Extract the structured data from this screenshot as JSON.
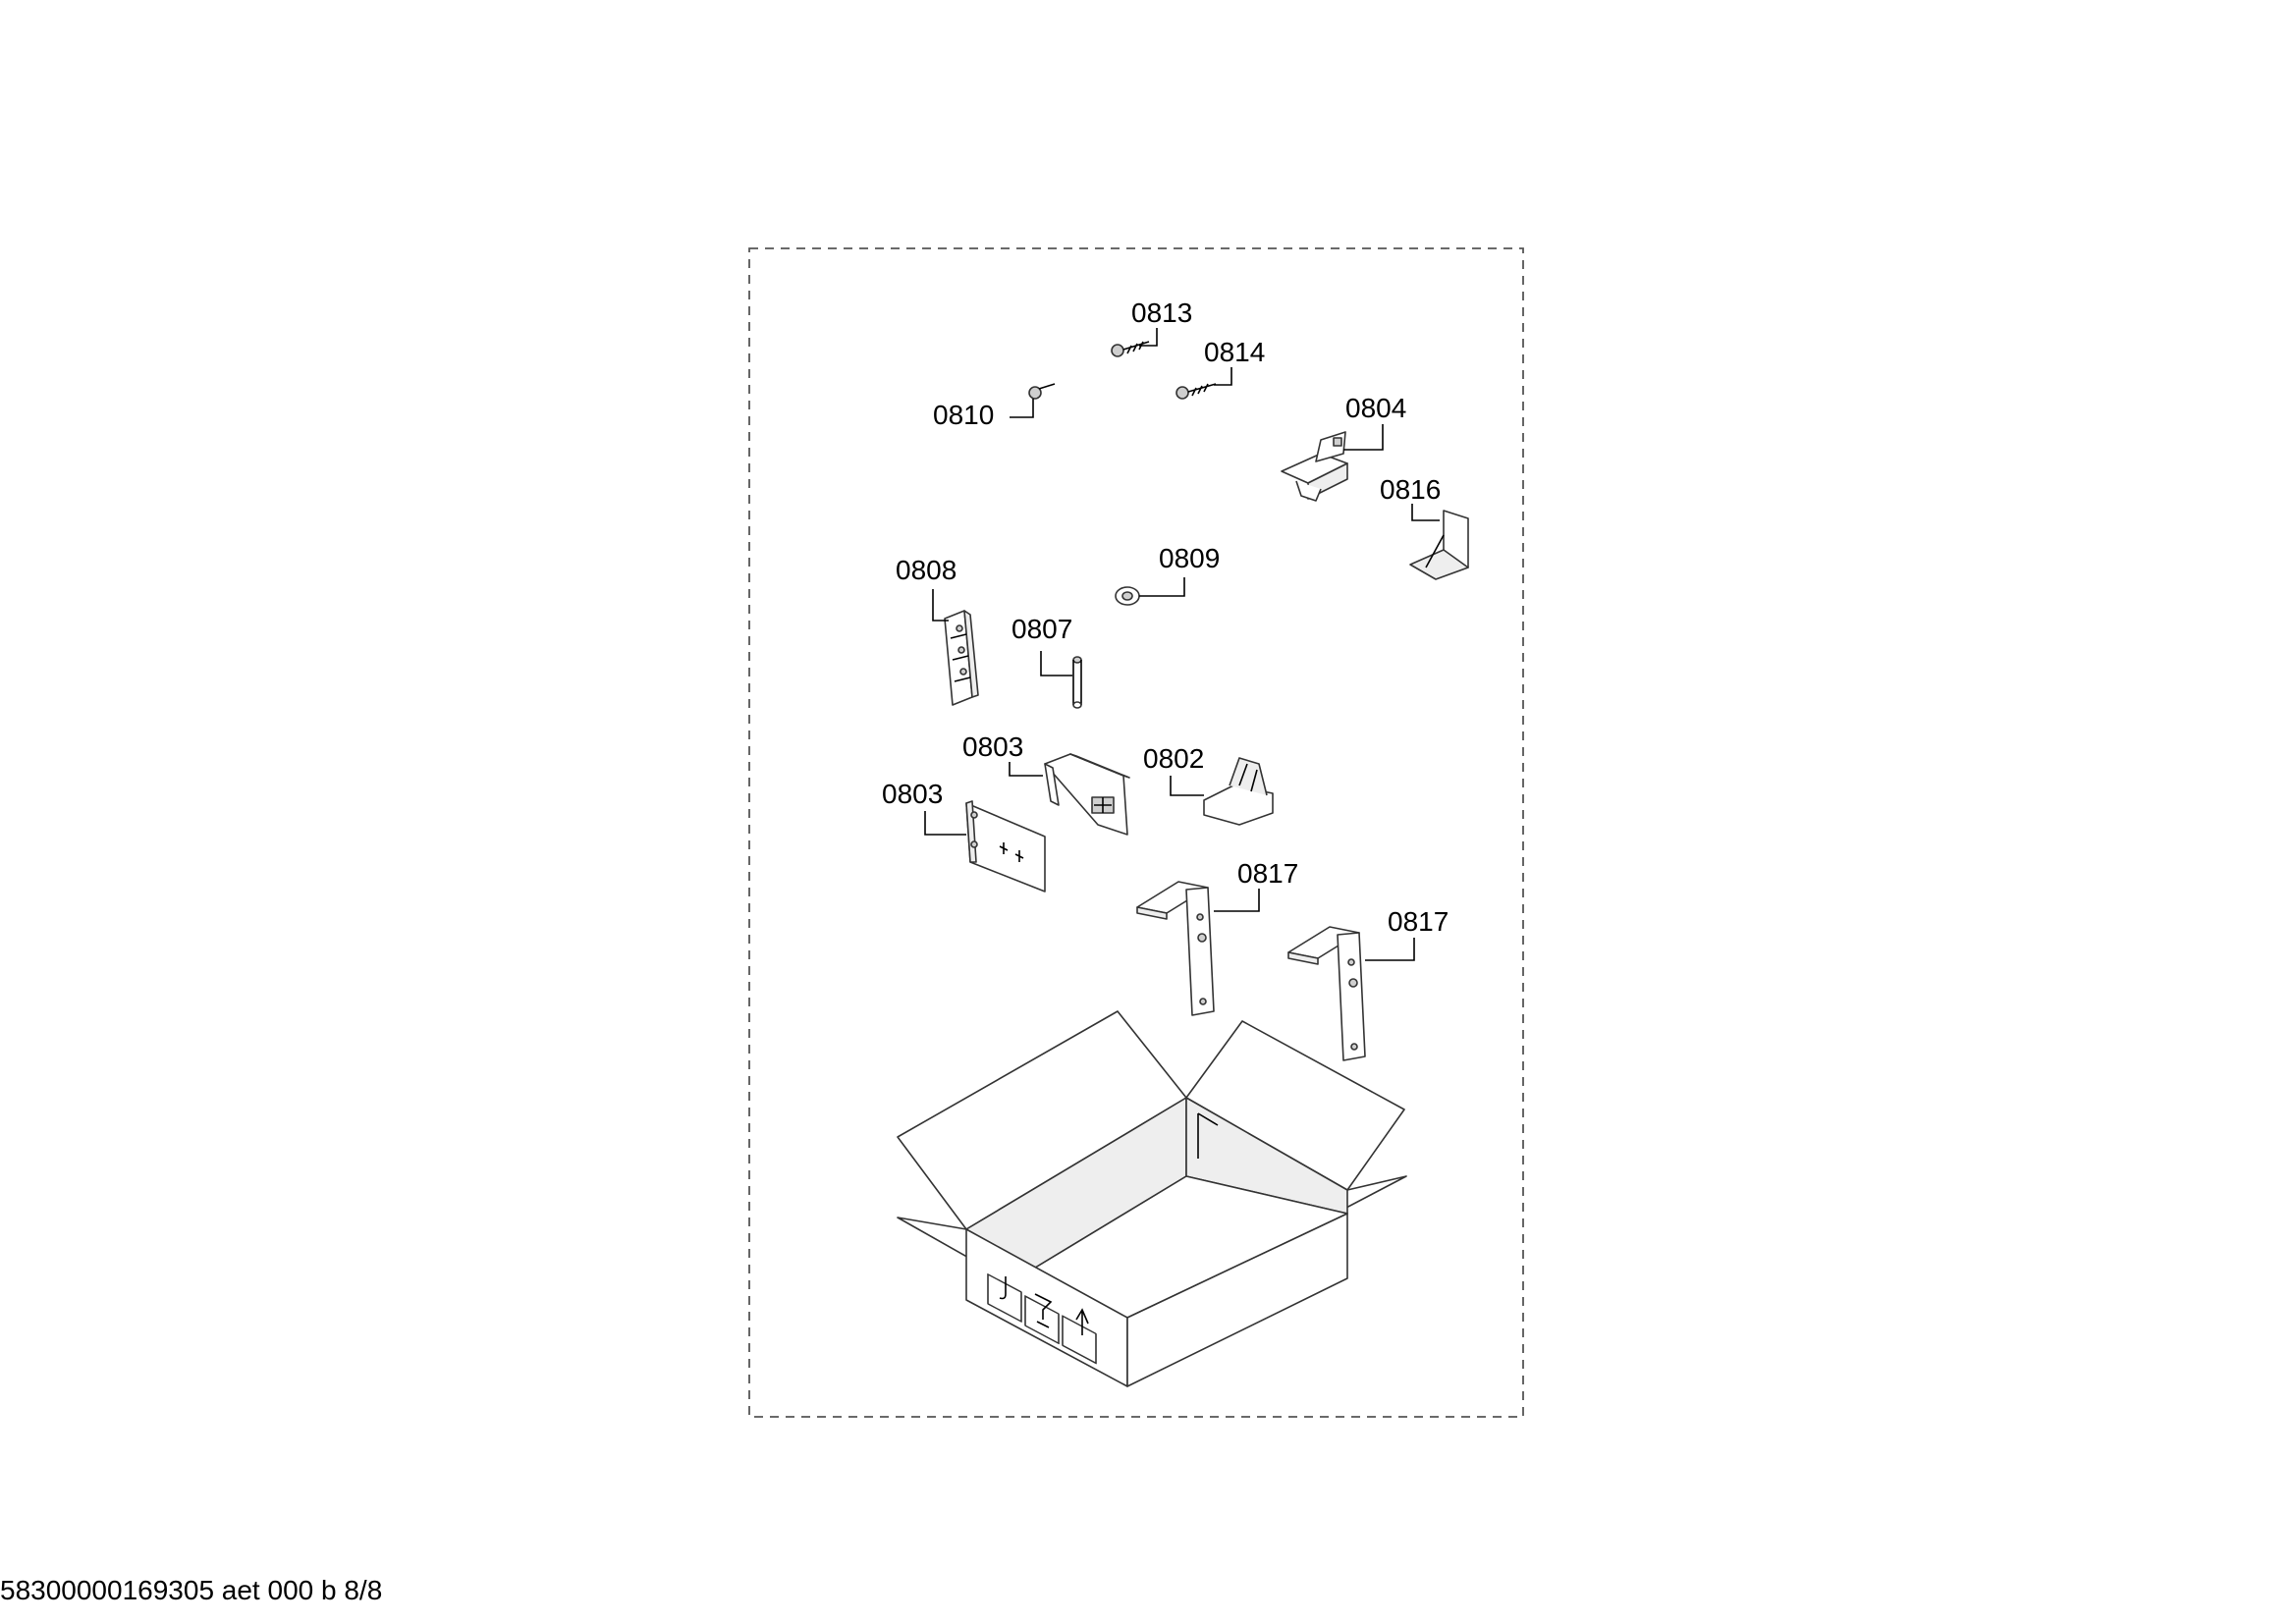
{
  "labels": {
    "p0813": "0813",
    "p0814": "0814",
    "p0810": "0810",
    "p0804": "0804",
    "p0816": "0816",
    "p0808": "0808",
    "p0809": "0809",
    "p0807": "0807",
    "p0803a": "0803",
    "p0802": "0802",
    "p0803b": "0803",
    "p0817a": "0817",
    "p0817b": "0817"
  },
  "footer": "58300000169305 aet 000 b 8/8"
}
